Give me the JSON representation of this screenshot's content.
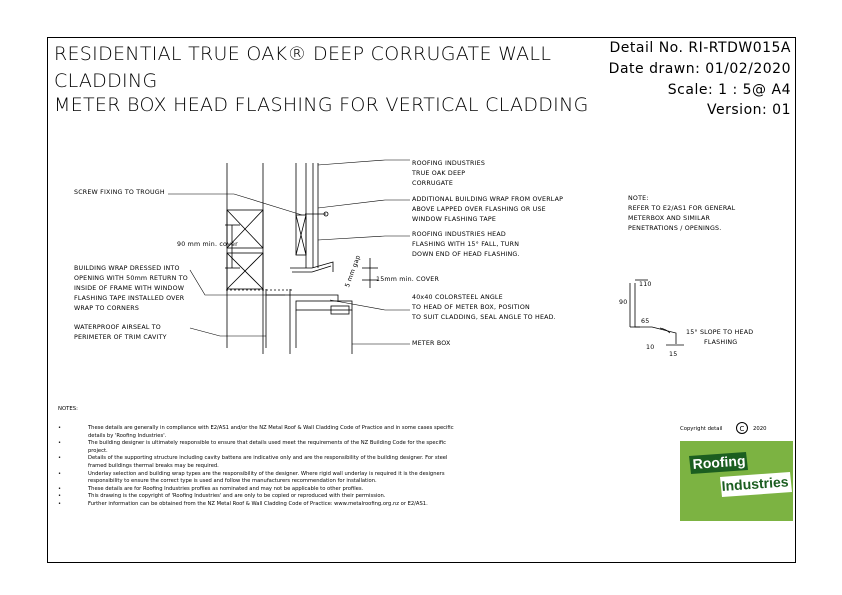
{
  "title_lines": [
    "RESIDENTIAL TRUE OAK® DEEP CORRUGATE WALL",
    "CLADDING",
    "METER BOX HEAD FLASHING FOR VERTICAL CLADDING"
  ],
  "meta": {
    "detail": "Detail No. RI-RTDW015A",
    "date": "Date drawn:  01/02/2020",
    "scale": "Scale:   1 : 5@ A4",
    "version": "Version:  01"
  },
  "labels": {
    "roofing_1": "ROOFING INDUSTRIES",
    "roofing_2": "TRUE OAK DEEP",
    "roofing_3": "CORRUGATE",
    "screw": "SCREW FIXING TO TROUGH",
    "wrap_1": "ADDITIONAL BUILDING WRAP FROM OVERLAP",
    "wrap_2": "ABOVE LAPPED OVER FLASHING OR USE",
    "wrap_3": "WINDOW FLASHING TAPE",
    "head_1": "ROOFING INDUSTRIES HEAD",
    "head_2": "FLASHING WITH 15° FALL, TURN",
    "head_3": "DOWN END OF HEAD FLASHING.",
    "cover90": "90 mm min. cover",
    "cover15": "15mm min. COVER",
    "gap": "5 mm gap",
    "bw_1": "BUILDING WRAP DRESSED INTO",
    "bw_2": "OPENING WITH 50mm RETURN TO",
    "bw_3": "INSIDE OF FRAME WITH WINDOW",
    "bw_4": "FLASHING TAPE INSTALLED OVER",
    "bw_5": "WRAP TO CORNERS",
    "angle_1": "40x40 COLORSTEEL ANGLE",
    "angle_2": "TO HEAD OF METER BOX, POSITION",
    "angle_3": "TO SUIT CLADDING, SEAL ANGLE TO HEAD.",
    "seal_1": "WATERPROOF AIRSEAL TO",
    "seal_2": "PERIMETER OF TRIM CAVITY",
    "meterbox": "METER BOX",
    "note_1": "NOTE:",
    "note_2": "REFER TO E2/AS1 FOR GENERAL",
    "note_3": "METERBOX AND SIMILAR",
    "note_4": "PENETRATIONS / OPENINGS."
  },
  "profile": {
    "d110": "110",
    "d90": "90",
    "d65": "65",
    "d10": "10",
    "d15": "15",
    "slope_1": "15° SLOPE TO HEAD",
    "slope_2": "FLASHING"
  },
  "notes": {
    "heading": "NOTES:",
    "items": [
      "These details are generally in compliance with E2/AS1 and/or the NZ Metal Roof & Wall Cladding Code of Practice and in some cases specific details by 'Roofing Industries'.",
      "The building designer is ultimately responsible to ensure that details used meet the requirements of the NZ Building Code for the specific project.",
      "Details of the supporting structure including cavity battens are indicative only and are the responsibility of the building designer. For steel framed buildings thermal breaks may be required.",
      "Underlay selection and building wrap types are the responsibility of the designer. Where rigid wall underlay is required it is the designers responsibility to ensure the correct type is used and follow the manufacturers recommendation for installation.",
      "These details are for Roofing Industries profiles as nominated and may not be applicable to other profiles.",
      "This drawing is the copyright of 'Roofing Industries' and are only to be copied or reproduced with their permission.",
      "Further information can be obtained from the NZ Metal Roof & Wall Cladding Code of Practice: www.metalroofing.org.nz or E2/AS1."
    ],
    "bullet": "•"
  },
  "copyright": {
    "text": "Copyright detail",
    "symbol": "C",
    "year": "2020"
  },
  "logo": {
    "line1": "Roofing",
    "line2": "Industries",
    "url": "roof.co.nz",
    "bg": "#7cb342",
    "box_bg": "#ffffff",
    "text_color": "#1b5e20"
  }
}
